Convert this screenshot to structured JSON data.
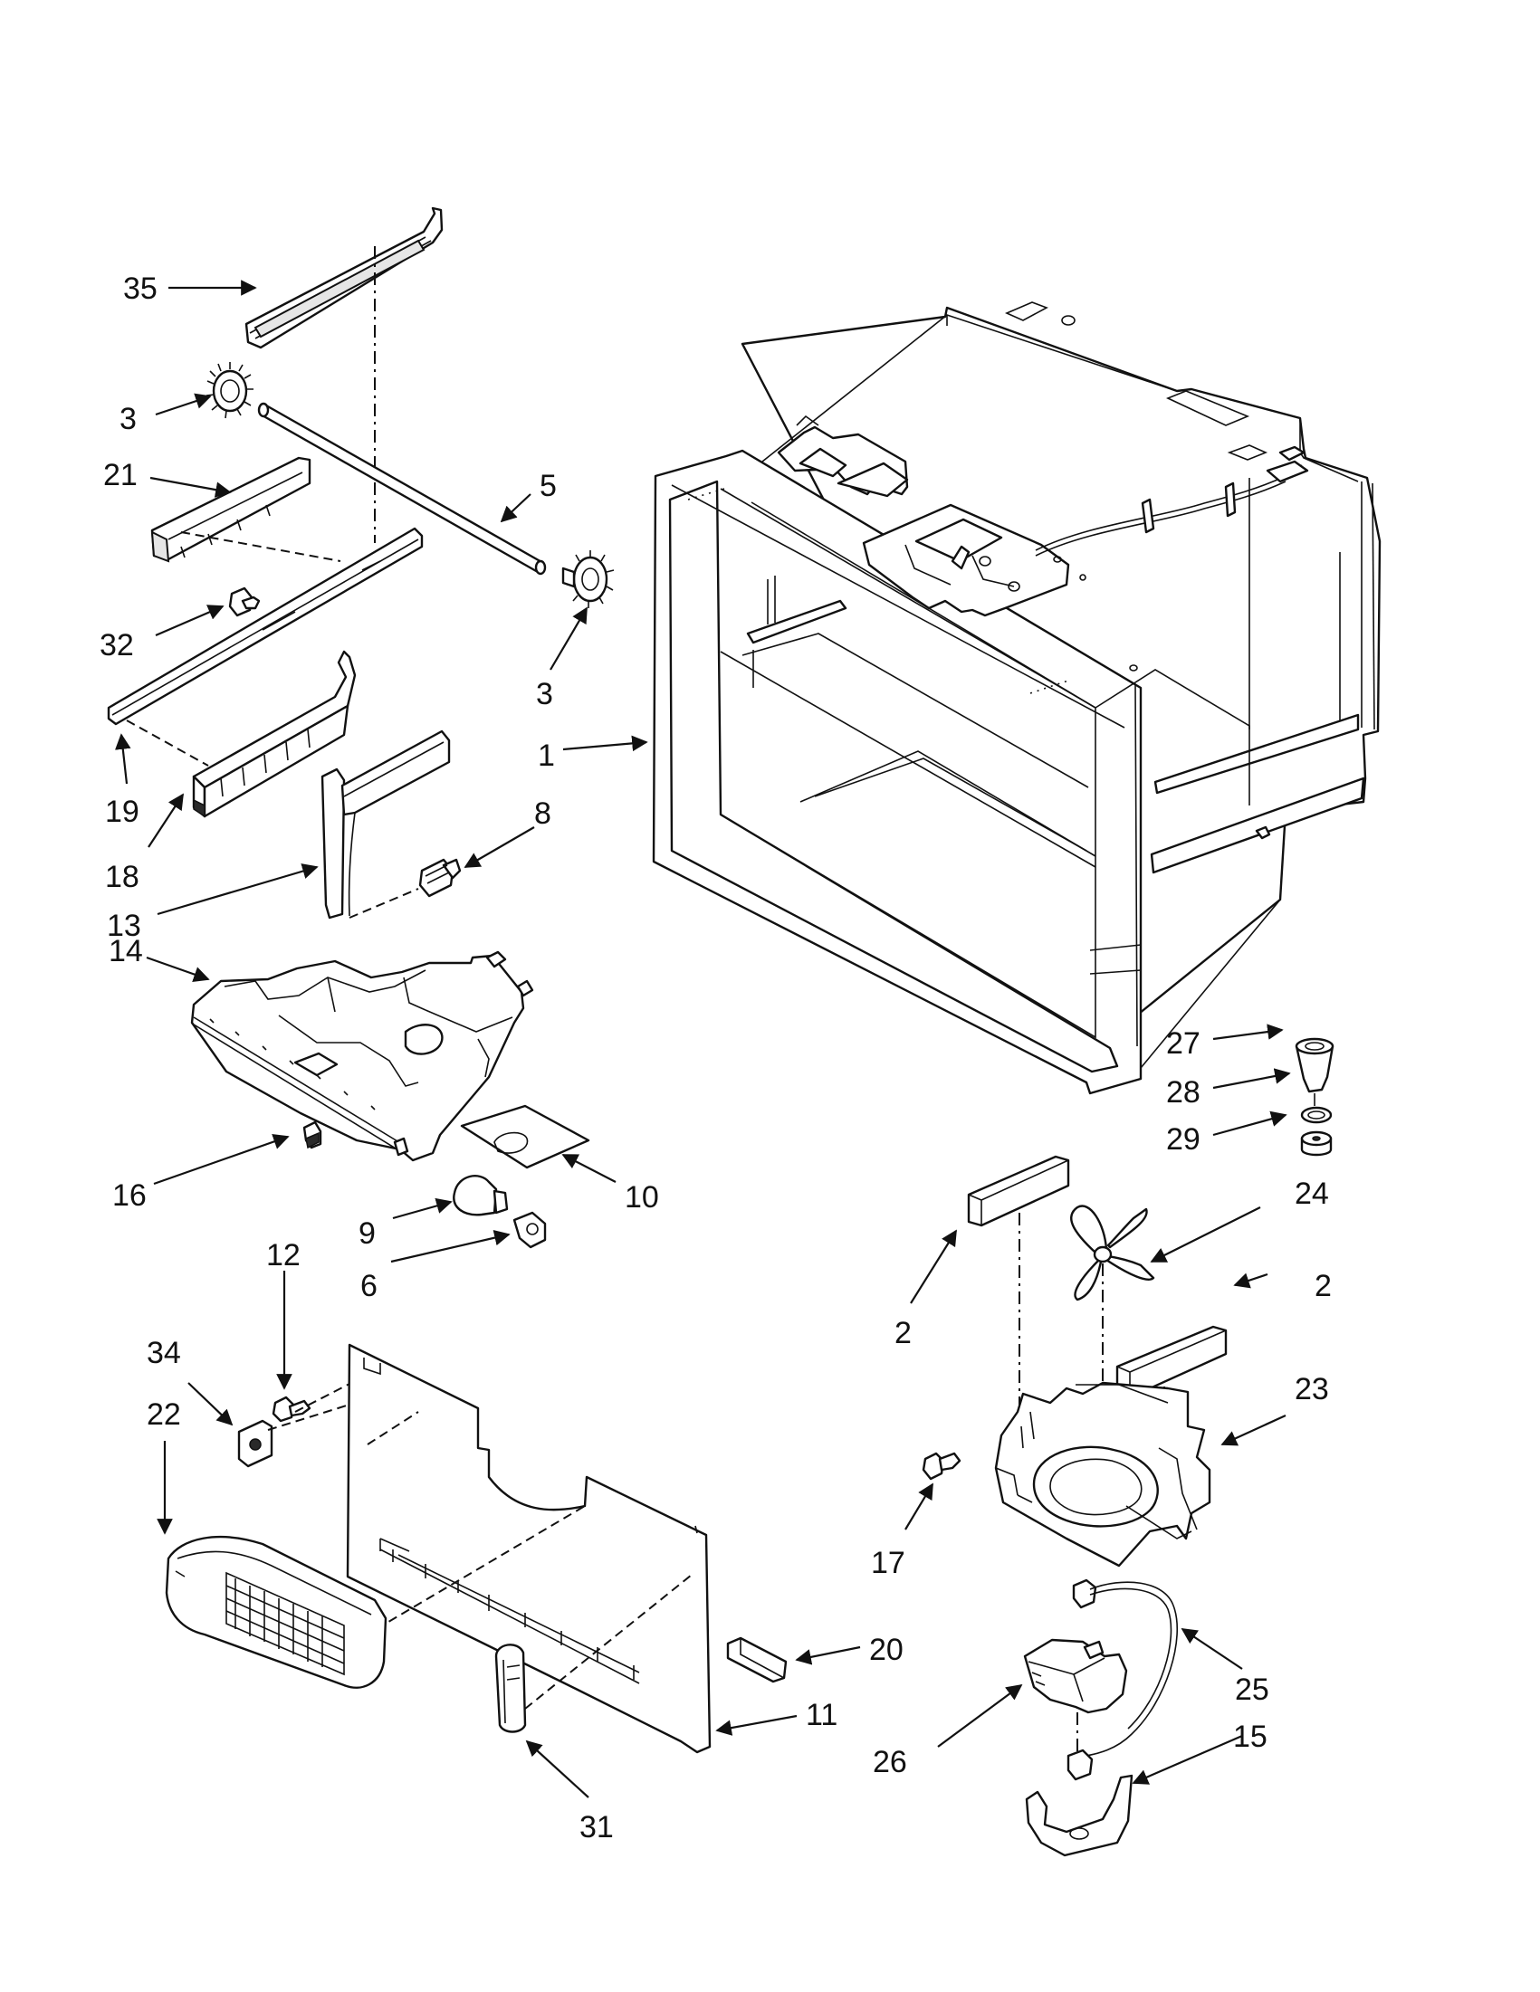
{
  "callouts": [
    {
      "id": "c35",
      "label": "35"
    },
    {
      "id": "c3a",
      "label": "3"
    },
    {
      "id": "c21",
      "label": "21"
    },
    {
      "id": "c5",
      "label": "5"
    },
    {
      "id": "c3b",
      "label": "3"
    },
    {
      "id": "c32",
      "label": "32"
    },
    {
      "id": "c1",
      "label": "1"
    },
    {
      "id": "c19",
      "label": "19"
    },
    {
      "id": "c8",
      "label": "8"
    },
    {
      "id": "c18",
      "label": "18"
    },
    {
      "id": "c13",
      "label": "13"
    },
    {
      "id": "c14",
      "label": "14"
    },
    {
      "id": "c27",
      "label": "27"
    },
    {
      "id": "c28",
      "label": "28"
    },
    {
      "id": "c29",
      "label": "29"
    },
    {
      "id": "c16",
      "label": "16"
    },
    {
      "id": "c10",
      "label": "10"
    },
    {
      "id": "c24",
      "label": "24"
    },
    {
      "id": "c9",
      "label": "9"
    },
    {
      "id": "c6",
      "label": "6"
    },
    {
      "id": "c12",
      "label": "12"
    },
    {
      "id": "c2a",
      "label": "2"
    },
    {
      "id": "c2b",
      "label": "2"
    },
    {
      "id": "c34",
      "label": "34"
    },
    {
      "id": "c22",
      "label": "22"
    },
    {
      "id": "c23",
      "label": "23"
    },
    {
      "id": "c17",
      "label": "17"
    },
    {
      "id": "c20",
      "label": "20"
    },
    {
      "id": "c25",
      "label": "25"
    },
    {
      "id": "c11",
      "label": "11"
    },
    {
      "id": "c26",
      "label": "26"
    },
    {
      "id": "c15",
      "label": "15"
    },
    {
      "id": "c31",
      "label": "31"
    }
  ]
}
